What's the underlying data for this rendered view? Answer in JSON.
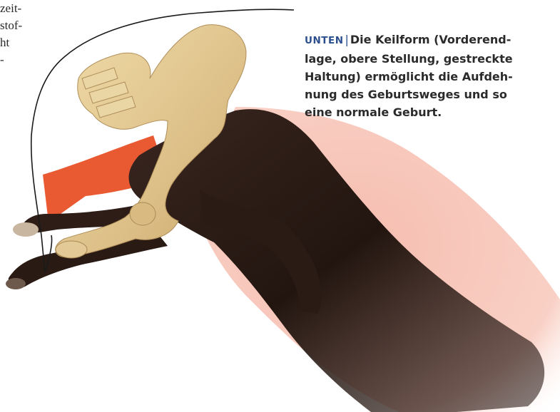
{
  "body_text": {
    "lines": [
      "zeit-",
      "stof-",
      "ht",
      "-"
    ]
  },
  "caption": {
    "label": "UNTEN",
    "separator": "|",
    "lines": [
      "Die Keilform (Vorderend-",
      "lage, obere Stellung, gestreckte",
      "Haltung) ermöglicht die Aufdeh-",
      "nung des Geburtsweges und so",
      "eine normale Geburt."
    ]
  },
  "colors": {
    "label": "#2d4f8f",
    "uterus_pink": "#f9ccc0",
    "orange_region": "#ea5a32",
    "foal_coat": "#2a1b16",
    "pelvis_bone": "#e6cd97",
    "outline": "#1a1a1a"
  }
}
